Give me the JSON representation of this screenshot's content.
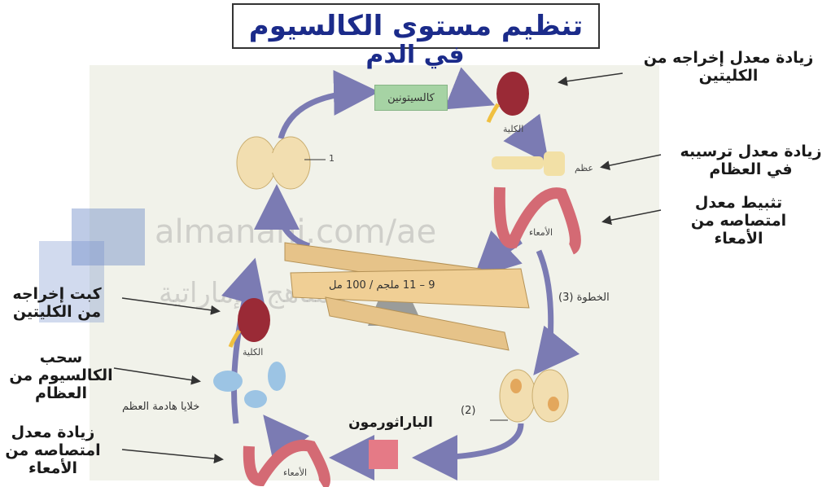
{
  "title": {
    "line1": "تنظيم مستوى الكالسيوم",
    "line2": "في الدم"
  },
  "watermark": {
    "site": "almanahj.com/ae",
    "arabic": "المناهج الإماراتية"
  },
  "top_cycle": {
    "calcitonin_label": "كالسيتونين",
    "thyroid_number": "1",
    "kidney_caption": "الكلية",
    "bone_caption": "عظم",
    "intestine_caption": "الأمعاء",
    "kidney_effect": "زيادة معدل إخراجه من الكليتين",
    "bone_effect": "زيادة معدل ترسيبه في العظام",
    "intestine_effect": "تثبيط معدل امتصاصه من الأمعاء"
  },
  "seesaw": {
    "range_label": "9 – 11 ملجم / 100 مل"
  },
  "bottom_cycle": {
    "step3_label": "الخطوة (3)",
    "step2_label": "(2)",
    "parathormone_label": "الباراثورمون",
    "kidney_caption": "الكلية",
    "osteoclast_caption": "خلايا هادمة العظم",
    "intestine_caption": "الأمعاء",
    "kidney_effect": "كبت إخراجه من الكليتين",
    "bone_effect": "سحب الكالسيوم من العظام",
    "intestine_effect": "زيادة معدل امتصاصه من الأمعاء"
  },
  "colors": {
    "arrow": "#7b7bb3",
    "title": "#1b2b8a",
    "kidney": "#9a2a36",
    "intestine": "#d46a74",
    "thyroid": "#f2deb0",
    "osteoclast": "#9cc4e4"
  }
}
